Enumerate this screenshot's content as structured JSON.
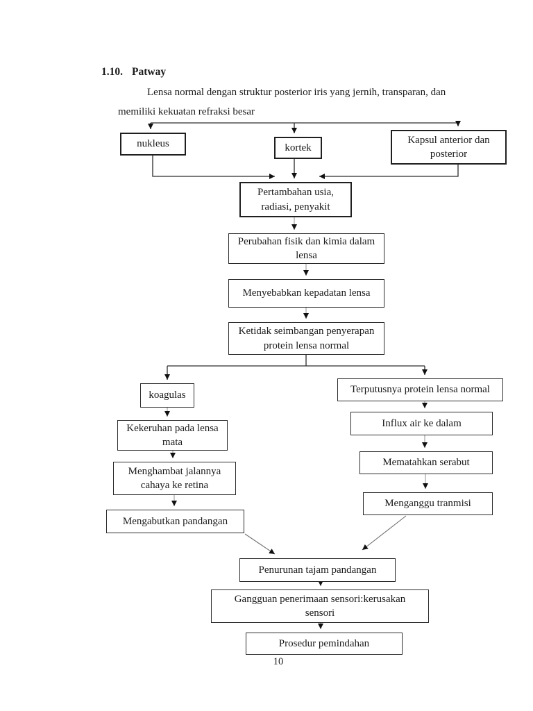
{
  "heading": {
    "number": "1.10.",
    "title": "Patway"
  },
  "intro": {
    "line1": "Lensa normal dengan struktur posterior iris yang jernih, transparan, dan",
    "line2": "memiliki kekuatan refraksi besar"
  },
  "nodes": {
    "nukleus": "nukleus",
    "kortek": "kortek",
    "kapsul": "Kapsul anterior dan\nposterior",
    "pertambahan": "Pertambahan usia,\nradiasi, penyakit",
    "perubahan": "Perubahan fisik dan kimia dalam\nlensa",
    "menyebabkan": "Menyebabkan kepadatan lensa",
    "ketidak": "Ketidak seimbangan penyerapan\nprotein lensa normal",
    "koagulas": "koagulas",
    "kekeruhan": "Kekeruhan pada lensa\nmata",
    "menghambat": "Menghambat jalannya\ncahaya ke retina",
    "mengabutkan": "Mengabutkan pandangan",
    "terputusnya": "Terputusnya protein lensa normal",
    "influx": "Influx air ke dalam",
    "mematahkan": "Mematahkan serabut",
    "menganggu": "Menganggu tranmisi",
    "penurunan": "Penurunan tajam pandangan",
    "gangguan": "Gangguan penerimaan sensori:kerusakan\nsensori",
    "prosedur": "Prosedur pemindahan"
  },
  "page": {
    "number": "10"
  },
  "colors": {
    "ink": "#1a1a1a",
    "background": "#ffffff",
    "connector_light": "#9a9a9a",
    "connector_dark": "#2a2a2a"
  }
}
